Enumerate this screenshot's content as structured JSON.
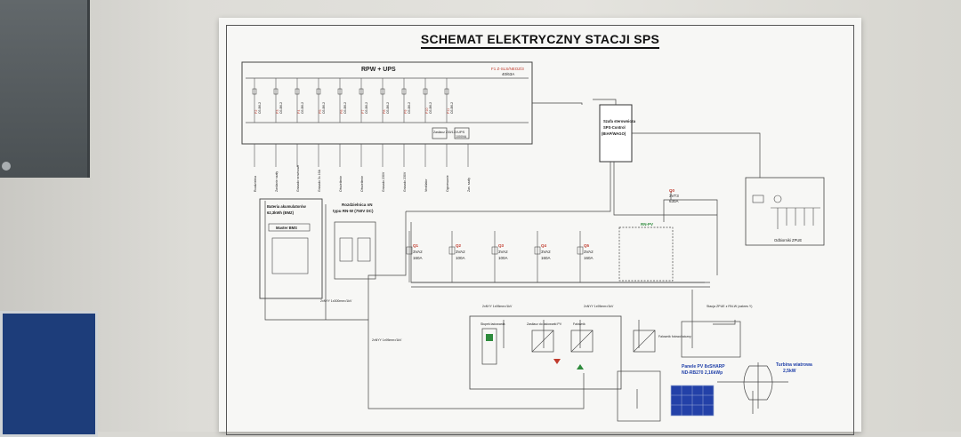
{
  "title": "SCHEMAT ELEKTRYCZNY STACJI SPS",
  "rpw": {
    "label": "RPW + UPS",
    "fuse_label": "F1 Z-SLS/NEOZ/3",
    "fuse_rating": "40/63A",
    "breakers": [
      {
        "code": "F2",
        "spec": "C6-B6-2"
      },
      {
        "code": "F3",
        "spec": "C6-B6-2"
      },
      {
        "code": "F4",
        "spec": "C6-B6-2"
      },
      {
        "code": "F5",
        "spec": "C6-B6-2"
      },
      {
        "code": "F6",
        "spec": "C6-B6-2"
      },
      {
        "code": "F7",
        "spec": "C6-B6-2"
      },
      {
        "code": "F8",
        "spec": "C6-B6-2"
      },
      {
        "code": "F9",
        "spec": "C6-B6-2"
      },
      {
        "code": "F10",
        "spec": "C6-B6-2"
      },
      {
        "code": "F11",
        "spec": "C6-B6-2"
      }
    ],
    "zasilacz": "Zasilacz 230/12V",
    "ups_label": "UPS",
    "ups_rating": "1000VA",
    "outgoing": [
      "Rozdzielnia",
      "Zasilanie szafy",
      "Gniazdo serwisowe",
      "Gniazdo 3x 16A",
      "Oświetlenie",
      "Oświetlenie",
      "Gniazdo 230V",
      "Gniazdo 230V",
      "Ventilator",
      "Ogrzewanie",
      "Zas. szafy"
    ]
  },
  "scada": {
    "name": "Szafa sterownicza",
    "sub": "SPS-Control",
    "vendor": "(BIAP/WAGO)"
  },
  "battery": {
    "name": "Bateria akumulatorów",
    "capacity": "62,3kWh (BMZ)",
    "bms": "Master BMS"
  },
  "dist_nn": {
    "name": "Rozdzielnica nN",
    "type": "typu RN-W (750V DC)"
  },
  "main_switch": {
    "code": "Q0",
    "spec": "3VT3",
    "rating": "630A"
  },
  "feeders": [
    {
      "code": "Q1",
      "spec": "3VA2",
      "rating": "160A"
    },
    {
      "code": "Q2",
      "spec": "3VA2",
      "rating": "100A"
    },
    {
      "code": "Q3",
      "spec": "3VA2",
      "rating": "100A"
    },
    {
      "code": "Q4",
      "spec": "3VA2",
      "rating": "160A"
    },
    {
      "code": "Q5",
      "spec": "3VA2",
      "rating": "160A"
    }
  ],
  "rn_pv_label": "RN-PV",
  "zpue": {
    "label": "Odbiorniki ZPUE",
    "station": "Stacja ZPUE z RN-W (zakres Y)"
  },
  "devices": [
    {
      "name": "Słupek ładowania"
    },
    {
      "name": "Zasilacz do ładowarki PV"
    },
    {
      "name": "Falownik"
    },
    {
      "name": "Falownik fotowoltaiczny"
    }
  ],
  "pv_panel": {
    "name": "Panele PV 8xSHARP",
    "model": "ND-RB270 2,16kWp"
  },
  "turbine": {
    "name": "Turbina wiatrowa",
    "power": "2,5kW"
  },
  "cable_labels": [
    "2xNYY 1x300mm²/1kV",
    "2xNYY 1x95mm²/1kV",
    "2xNYY 1x95mm²/1kV",
    "2xNYY 1x95mm²/1kV"
  ]
}
